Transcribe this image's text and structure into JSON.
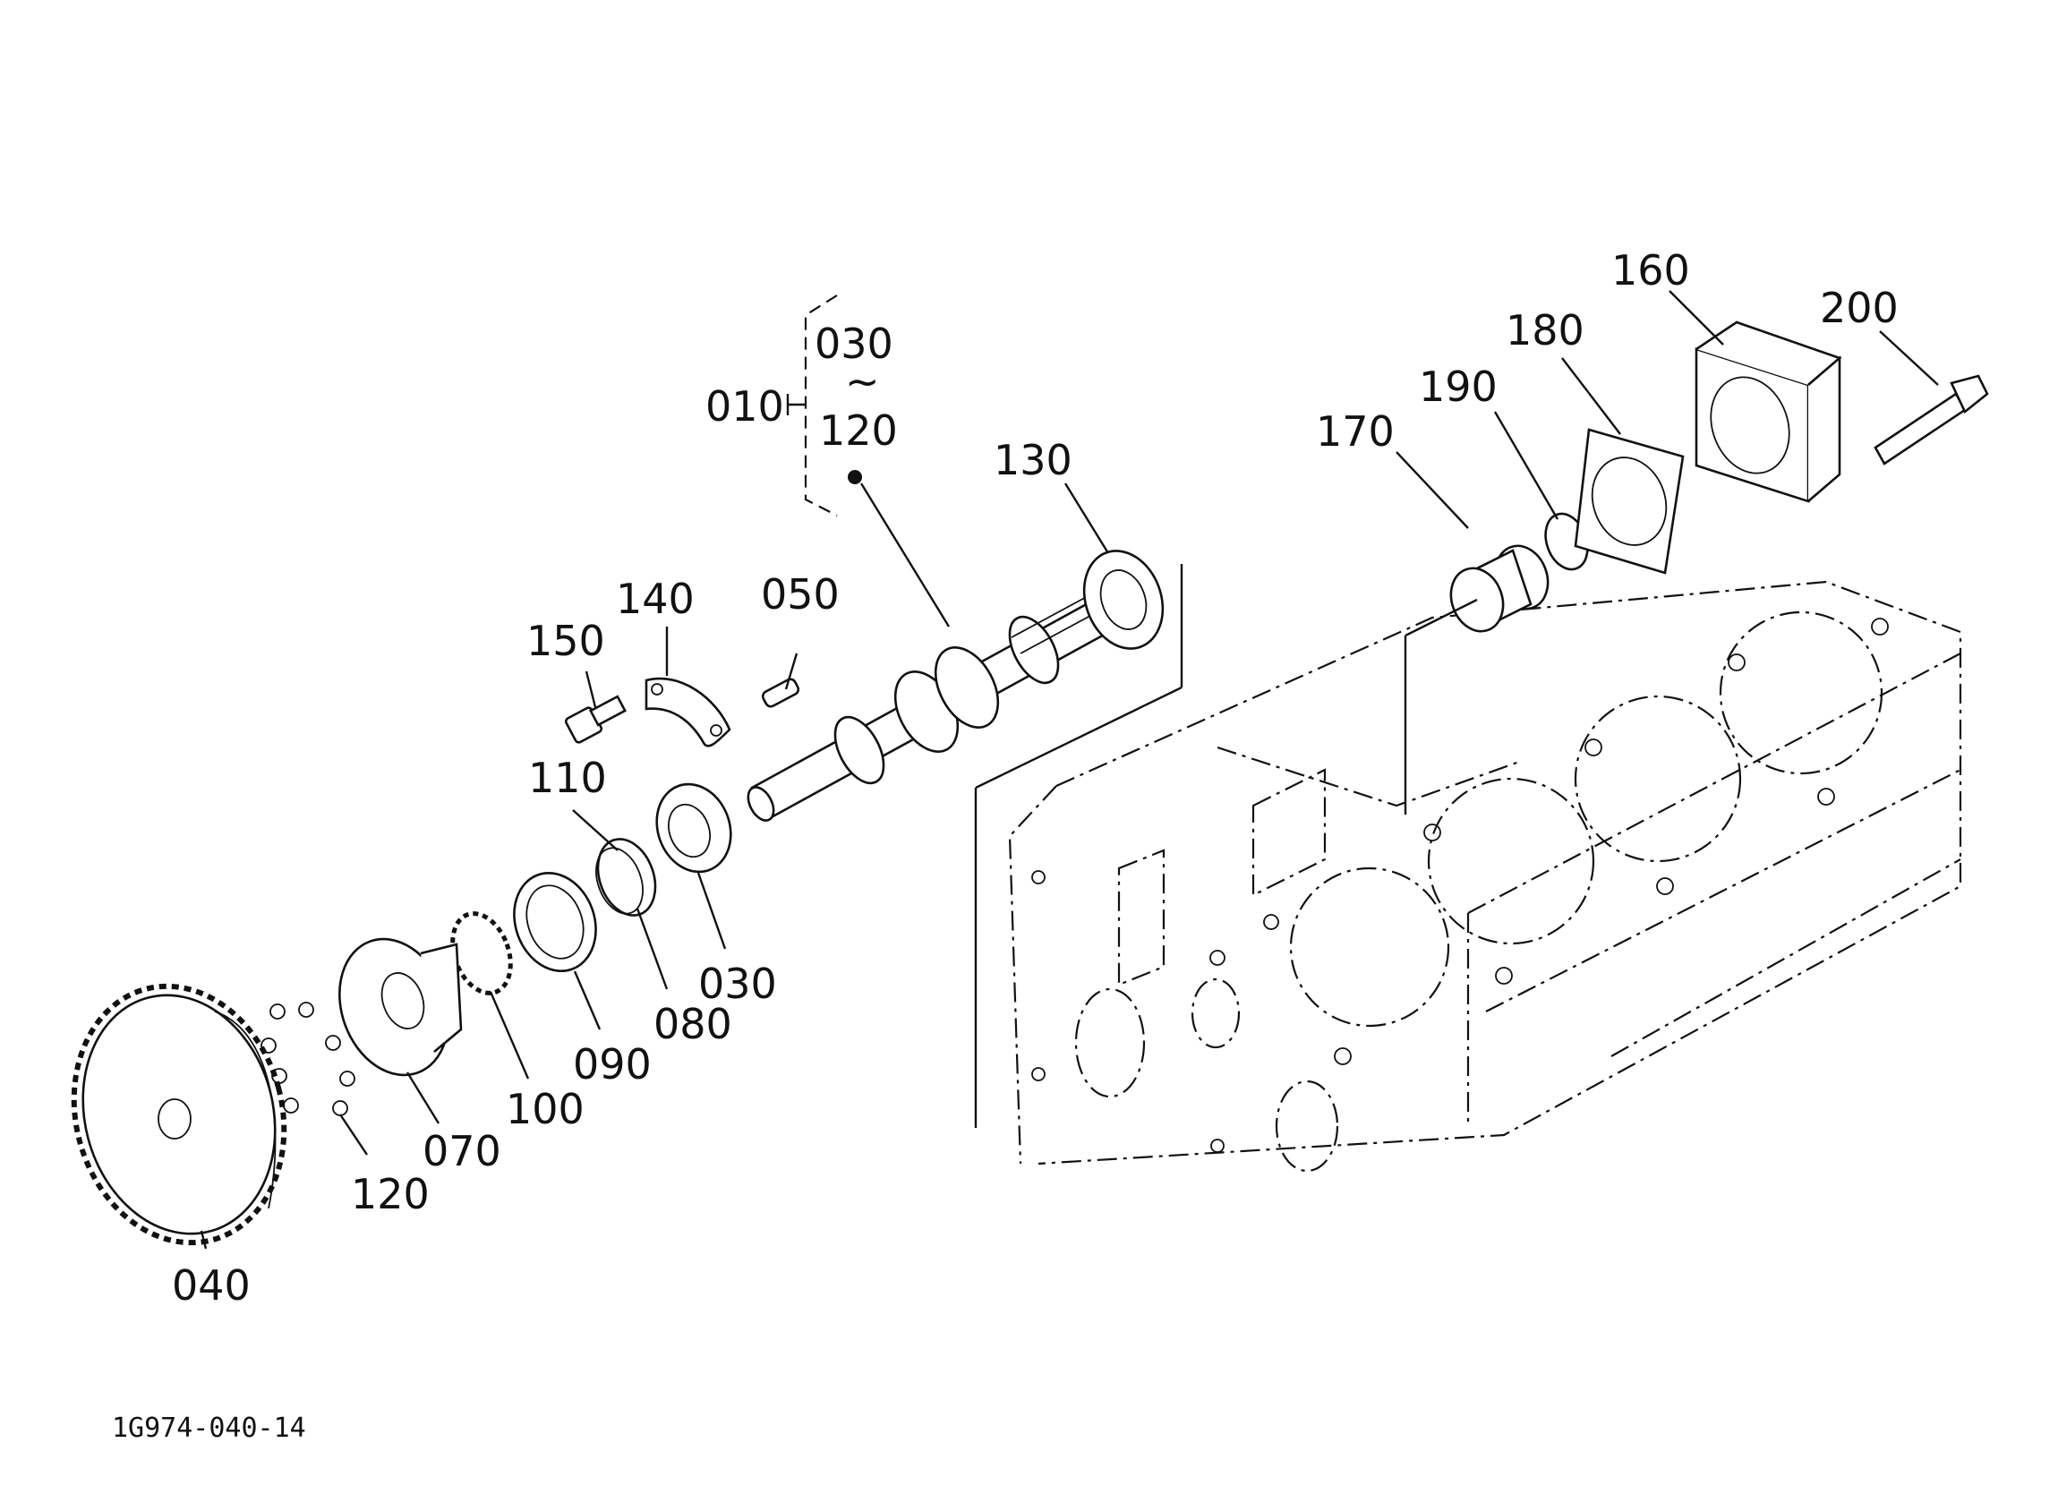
{
  "diagram": {
    "doc_code": "1G974-040-14",
    "assembly": {
      "number": "010",
      "range_from": "030",
      "range_sep": "~",
      "range_to": "120"
    },
    "parts": {
      "p030": "030",
      "p040": "040",
      "p050": "050",
      "p070": "070",
      "p080": "080",
      "p090": "090",
      "p100": "100",
      "p110": "110",
      "p120": "120",
      "p130": "130",
      "p140": "140",
      "p150": "150",
      "p160": "160",
      "p170": "170",
      "p180": "180",
      "p190": "190",
      "p200": "200"
    }
  }
}
